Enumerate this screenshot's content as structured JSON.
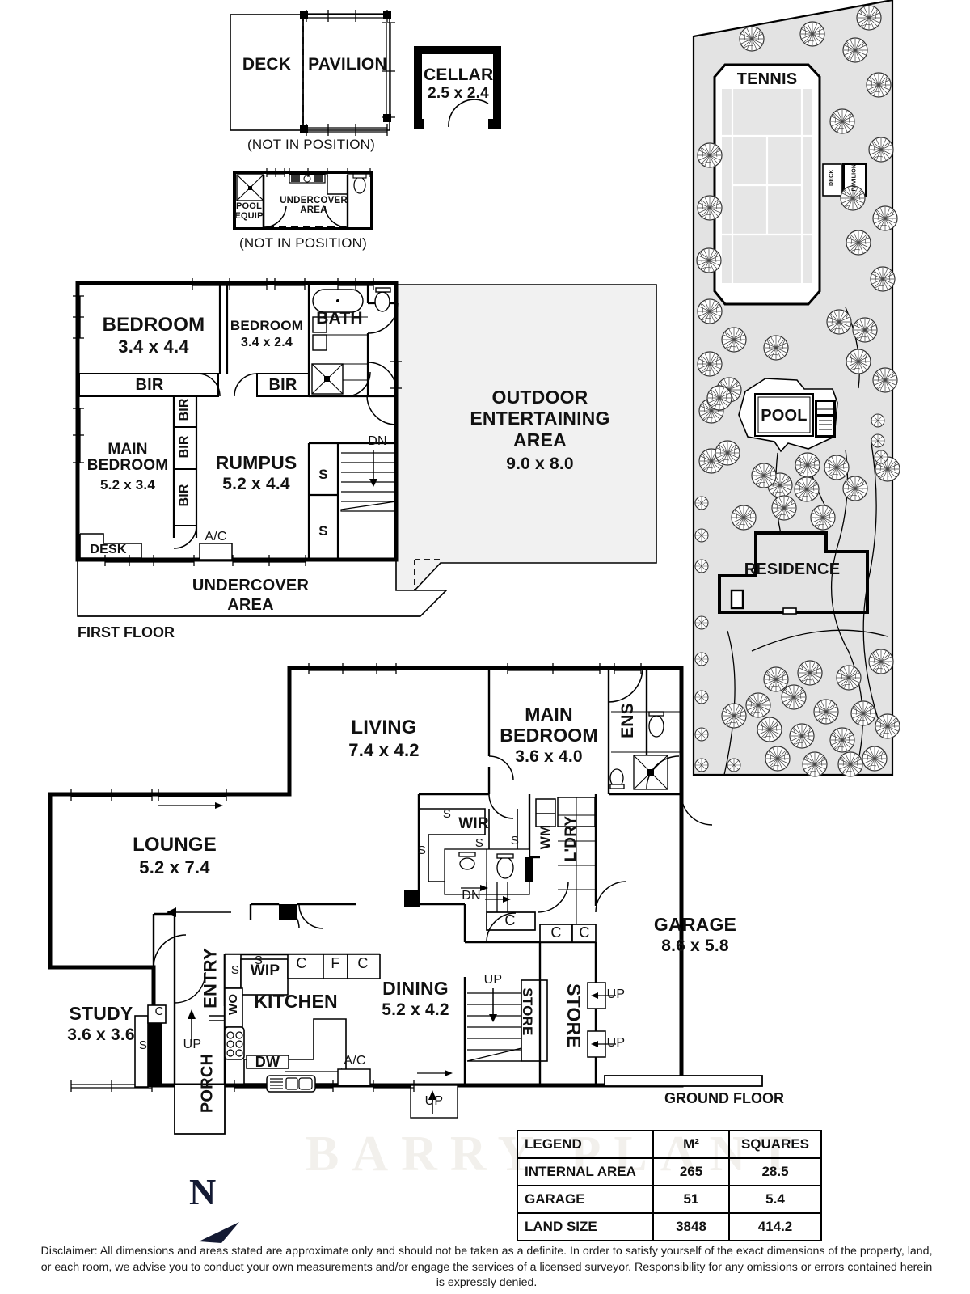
{
  "title": "Residential Floor Plan",
  "watermark": "BARRY PLANT",
  "north": {
    "letter": "N"
  },
  "detached_structures": {
    "deck_pavilion": {
      "deck_label": "DECK",
      "pavilion_label": "PAVILION",
      "note": "(NOT IN POSITION)"
    },
    "cellar": {
      "label": "CELLAR",
      "dims": "2.5 x 2.4"
    },
    "pool_house": {
      "pool_equip_label": "POOL\nEQUIP",
      "undercover_label": "UNDERCOVER\nAREA",
      "note": "(NOT IN POSITION)"
    }
  },
  "first_floor": {
    "caption": "FIRST FLOOR",
    "rooms": [
      {
        "name": "BEDROOM",
        "dims": "3.4 x 4.4"
      },
      {
        "name": "BEDROOM",
        "dims": "3.4 x 2.4"
      },
      {
        "name": "BATH",
        "dims": ""
      },
      {
        "name": "MAIN\nBEDROOM",
        "dims": "5.2 x 3.4"
      },
      {
        "name": "RUMPUS",
        "dims": "5.2 x 4.4"
      },
      {
        "name": "OUTDOOR\nENTERTAINING\nAREA",
        "dims": "9.0 x 8.0"
      },
      {
        "name": "UNDERCOVER\nAREA",
        "dims": ""
      }
    ],
    "annotations": {
      "bir_1": "BIR",
      "bir_2": "BIR",
      "bir_v1": "BIR",
      "bir_v2": "BIR",
      "bir_v3": "BIR",
      "store_1": "S",
      "store_2": "S",
      "stair_dn": "DN",
      "desk": "DESK",
      "ac": "A/C"
    }
  },
  "ground_floor": {
    "caption": "GROUND FLOOR",
    "rooms": [
      {
        "name": "LIVING",
        "dims": "7.4 x 4.2"
      },
      {
        "name": "MAIN\nBEDROOM",
        "dims": "3.6 x 4.0"
      },
      {
        "name": "LOUNGE",
        "dims": "5.2 x 7.4"
      },
      {
        "name": "STUDY",
        "dims": "3.6 x 3.6"
      },
      {
        "name": "KITCHEN",
        "dims": ""
      },
      {
        "name": "DINING",
        "dims": "5.2 x 4.2"
      },
      {
        "name": "GARAGE",
        "dims": "8.6 x 5.8"
      }
    ],
    "annotations": {
      "ens": "ENS",
      "wir": "WIR",
      "wm": "WM",
      "ldry": "L'DRY",
      "entry": "ENTRY",
      "porch": "PORCH",
      "wip": "WIP",
      "wo": "WO",
      "dw": "DW",
      "store_tall": "STORE",
      "store_small": "STORE",
      "cupboard": "C",
      "fridge": "F",
      "shelf": "S",
      "up": "UP",
      "dn": "DN",
      "ac": "A/C"
    }
  },
  "site_plan": {
    "tennis_label": "TENNIS",
    "pool_label": "POOL",
    "residence_label": "RESIDENCE",
    "deck_label": "DECK",
    "pavilion_label": "PAVILION"
  },
  "legend": {
    "headers": [
      "LEGEND",
      "M²",
      "SQUARES"
    ],
    "rows": [
      {
        "item": "INTERNAL AREA",
        "m2": "265",
        "squares": "28.5"
      },
      {
        "item": "GARAGE",
        "m2": "51",
        "squares": "5.4"
      },
      {
        "item": "LAND SIZE",
        "m2": "3848",
        "squares": "414.2"
      }
    ]
  },
  "disclaimer": "Disclaimer: All dimensions and areas stated are approximate only and should not be taken as a definite. In order to satisfy yourself of the exact dimensions of the property, land, or each room, we advise you to conduct your own measurements and/or engage the services of a licensed surveyor. Responsibility for any omissions or errors contained herein is expressly denied.",
  "colors": {
    "wall": "#000000",
    "site_fill": "#e3e3e3",
    "court_fill": "#e6e6e6",
    "outdoor_fill": "#f1f1f1",
    "watermark": "#f2f0ec",
    "north_ink": "#141a33"
  }
}
